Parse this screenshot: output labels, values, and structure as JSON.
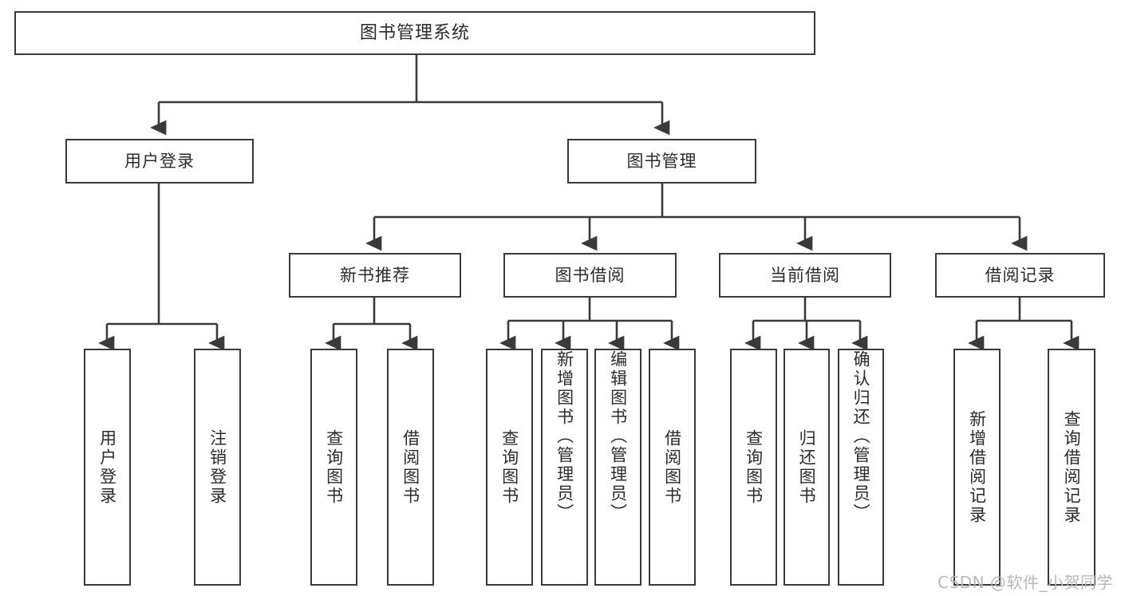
{
  "diagram": {
    "title": "图书管理系统",
    "root": {
      "label": "图书管理系统"
    },
    "level2": [
      {
        "label": "用户登录"
      },
      {
        "label": "图书管理"
      }
    ],
    "level3": [
      {
        "label": "新书推荐"
      },
      {
        "label": "图书借阅"
      },
      {
        "label": "当前借阅"
      },
      {
        "label": "借阅记录"
      }
    ],
    "leaves": {
      "user_login": [
        {
          "label": "用户登录"
        },
        {
          "label": "注销登录"
        }
      ],
      "new_book": [
        {
          "label": "查询图书"
        },
        {
          "label": "借阅图书"
        }
      ],
      "book_borrow": [
        {
          "label": "查询图书"
        },
        {
          "label": "新增图书（管理员）"
        },
        {
          "label": "编辑图书（管理员）"
        },
        {
          "label": "借阅图书"
        }
      ],
      "current_borrow": [
        {
          "label": "查询图书"
        },
        {
          "label": "归还图书"
        },
        {
          "label": "确认归还（管理员）"
        }
      ],
      "borrow_record": [
        {
          "label": "新增借阅记录"
        },
        {
          "label": "查询借阅记录"
        }
      ]
    },
    "watermark": "CSDN @软件_小贺同学",
    "colors": {
      "stroke": "#3a3a3a",
      "fill": "#ffffff",
      "text": "#2b2b2b",
      "watermark": "#b8b8b8"
    }
  }
}
